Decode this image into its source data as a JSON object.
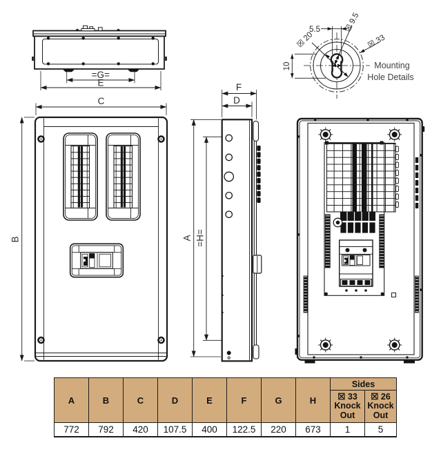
{
  "drawing": {
    "top_view": {
      "dim_g": "=G=",
      "dim_e": "E"
    },
    "front_view": {
      "dim_c": "C",
      "dim_b": "B"
    },
    "side_view": {
      "dim_f": "F",
      "dim_d": "D",
      "dim_a": "A",
      "dim_h": "=H="
    },
    "mounting_detail": {
      "dim_slot_width": "5.5",
      "dim_hole": "☒ 9.5",
      "dim_circle": "☒ 20",
      "dim_knockout": "☒ 33",
      "dim_offset": "10",
      "caption_line1": "Mounting",
      "caption_line2": "Hole Details"
    },
    "line_color": "#1b1b1b"
  },
  "table": {
    "header_bg": "#d3ac7d",
    "sides_label": "Sides",
    "columns": [
      "A",
      "B",
      "C",
      "D",
      "E",
      "F",
      "G",
      "H"
    ],
    "knockout_columns": [
      "☒ 33\nKnock\nOut",
      "☒ 26\nKnock\nOut"
    ],
    "values": [
      "772",
      "792",
      "420",
      "107.5",
      "400",
      "122.5",
      "220",
      "673",
      "1",
      "5"
    ]
  }
}
